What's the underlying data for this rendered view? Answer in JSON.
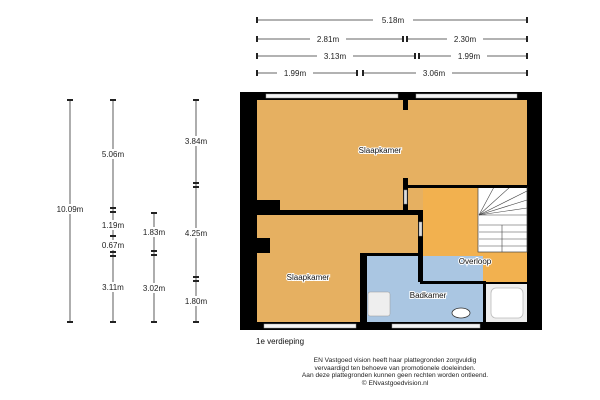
{
  "dimensions": {
    "horizontal": {
      "row1": [
        "5.18m"
      ],
      "row2": [
        "2.81m",
        "2.30m"
      ],
      "row3": [
        "3.13m",
        "1.99m"
      ],
      "row4": [
        "1.99m",
        "3.06m"
      ]
    },
    "vertical": {
      "col1": [
        "10.09m"
      ],
      "col2": [
        "5.06m",
        "1.19m",
        "0.67m",
        "3.11m"
      ],
      "col3": [
        "1.83m",
        "3.02m"
      ],
      "col4": [
        "3.84m",
        "4.25m",
        "1.80m"
      ]
    }
  },
  "rooms": {
    "slaapkamer_top": "Slaapkamer",
    "slaapkamer_bottom": "Slaapkamer",
    "overloop": "Overloop",
    "badkamer": "Badkamer"
  },
  "colors": {
    "room": "#e6b061",
    "overloop": "#f2b14f",
    "bath": "#aac6e2",
    "wall": "#000000"
  },
  "floor_label": "1e verdieping",
  "disclaimer": [
    "EN Vastgoed vision heeft haar plattegronden zorgvuldig",
    "vervaardigd ten behoeve van promotionele doeleinden.",
    "Aan deze plattegronden kunnen geen rechten worden ontleend.",
    "© ENvastgoedvision.nl"
  ]
}
